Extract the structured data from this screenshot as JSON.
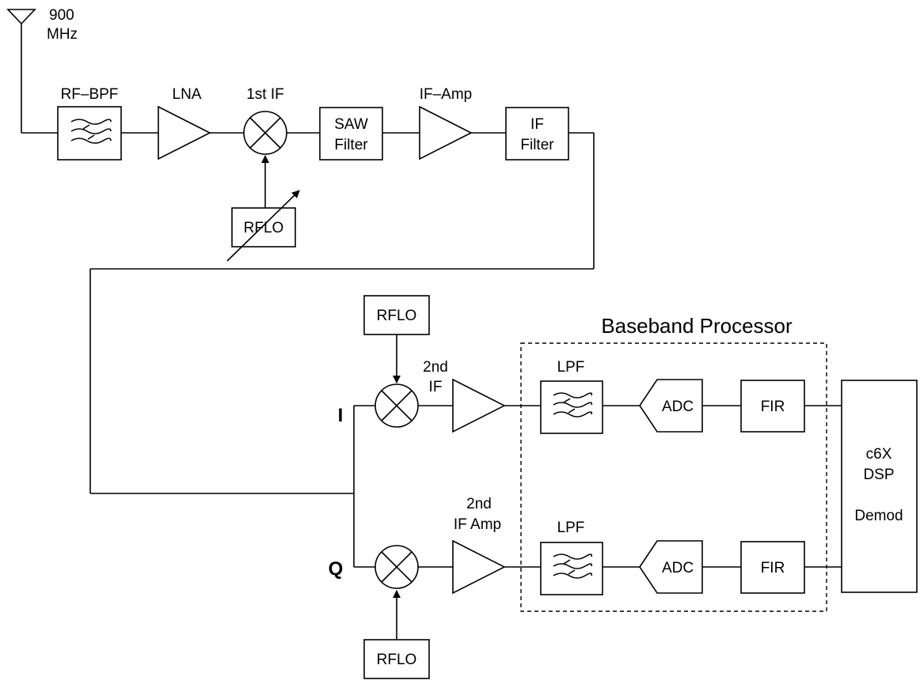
{
  "antenna": {
    "freq_line1": "900",
    "freq_line2": "MHz"
  },
  "rf_chain": {
    "rf_bpf": "RF–BPF",
    "lna": "LNA",
    "first_if": "1st IF",
    "saw_line1": "SAW",
    "saw_line2": "Filter",
    "if_amp": "IF–Amp",
    "if_filter_line1": "IF",
    "if_filter_line2": "Filter",
    "rflo_tunable": "RFLO"
  },
  "iq": {
    "i_label": "I",
    "q_label": "Q",
    "rflo_top": "RFLO",
    "rflo_bottom": "RFLO",
    "second_if_line1": "2nd",
    "second_if_line2": "IF",
    "second_if_amp_line1": "2nd",
    "second_if_amp_line2": "IF Amp"
  },
  "baseband": {
    "title": "Baseband Processor",
    "lpf_top": "LPF",
    "lpf_bottom": "LPF",
    "adc_top": "ADC",
    "adc_bottom": "ADC",
    "fir_top": "FIR",
    "fir_bottom": "FIR"
  },
  "dsp": {
    "line1": "c6X",
    "line2": "DSP",
    "line3": "Demod"
  }
}
